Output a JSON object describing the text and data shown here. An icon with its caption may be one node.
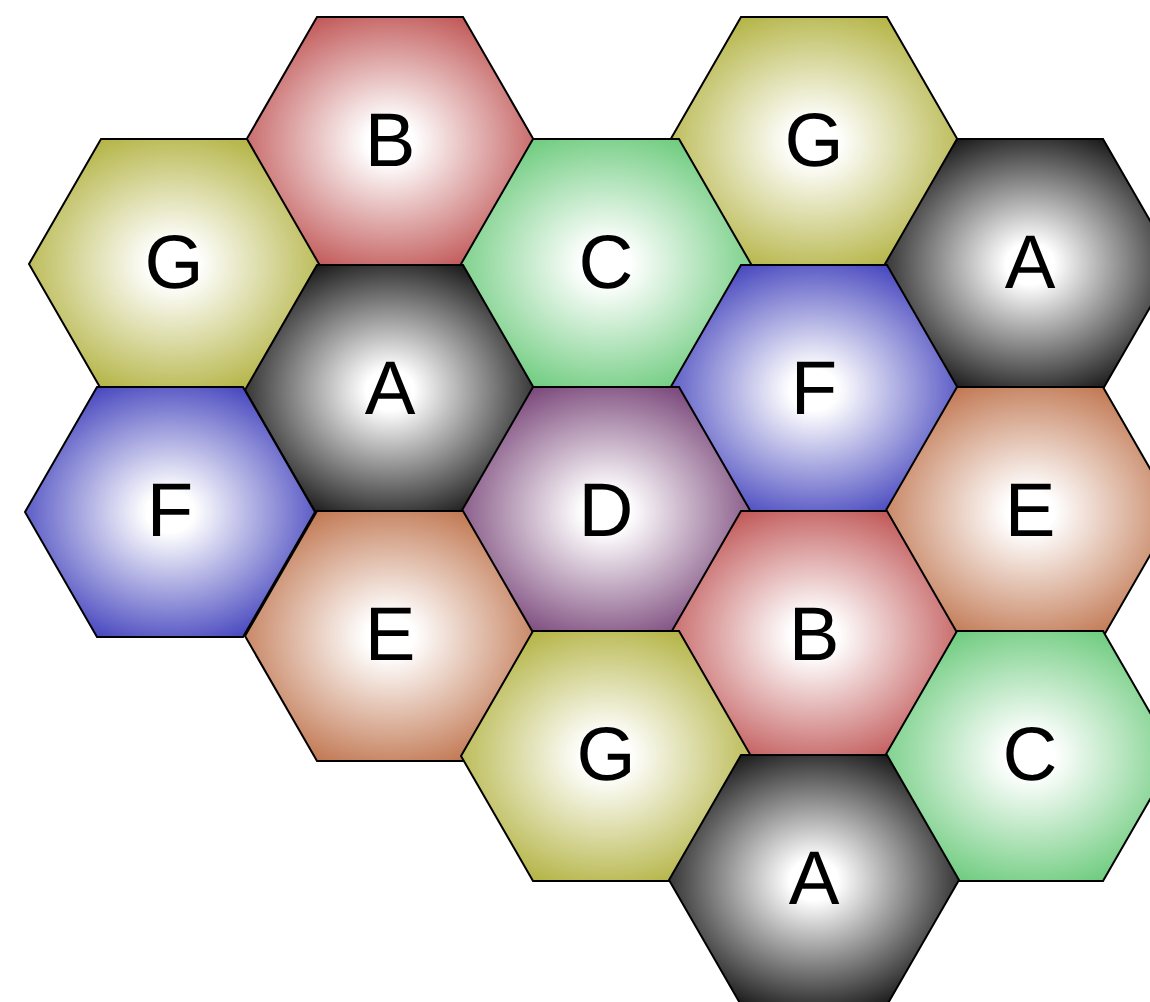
{
  "diagram": {
    "nodes": [
      {
        "text": [
          "B"
        ]
      },
      {
        "text": [
          "G"
        ]
      },
      {
        "text": [
          "G"
        ]
      },
      {
        "text": [
          "C"
        ]
      },
      {
        "text": [
          "A"
        ]
      },
      {
        "text": [
          "A"
        ]
      },
      {
        "text": [
          "F"
        ]
      },
      {
        "text": [
          "F"
        ]
      },
      {
        "text": [
          "D"
        ]
      },
      {
        "text": [
          "E"
        ]
      },
      {
        "text": [
          "B"
        ]
      },
      {
        "text": [
          "E"
        ]
      },
      {
        "text": [
          "G"
        ]
      },
      {
        "text": [
          "C"
        ]
      },
      {
        "text": [
          "A"
        ]
      }
    ]
  }
}
